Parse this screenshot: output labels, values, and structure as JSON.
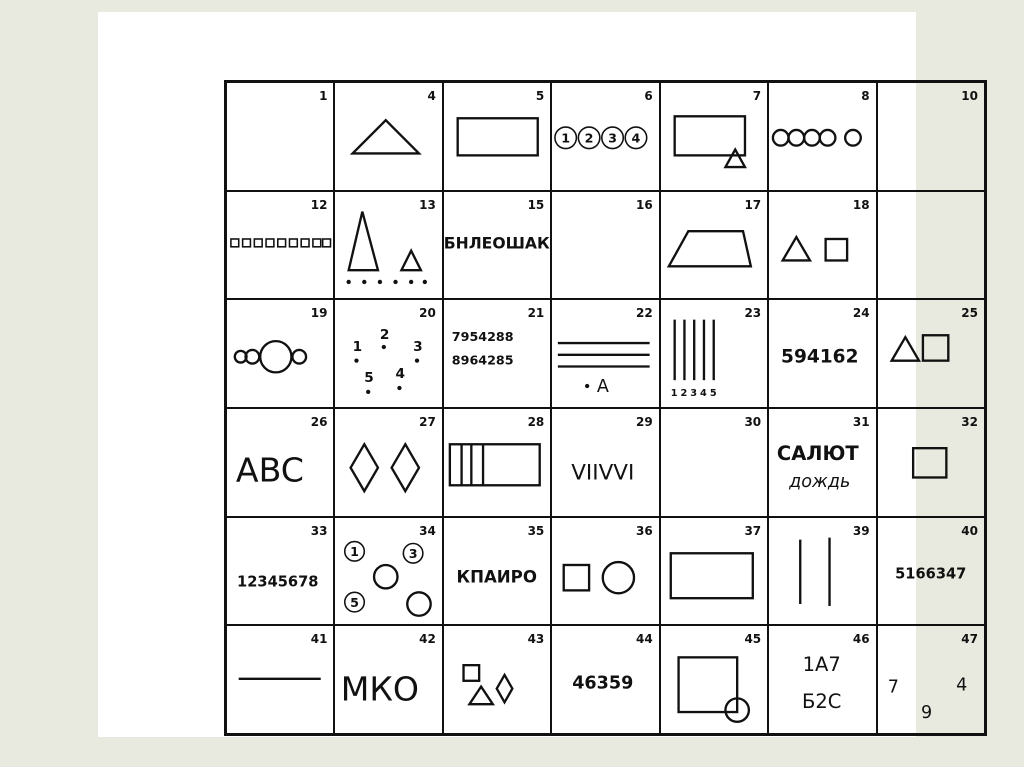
{
  "cells": [
    {
      "n": "1"
    },
    {
      "n": "4"
    },
    {
      "n": "5"
    },
    {
      "n": "6",
      "circled": [
        "1",
        "2",
        "3",
        "4"
      ]
    },
    {
      "n": "7"
    },
    {
      "n": "8"
    },
    {
      "n": "10"
    },
    {
      "n": "12"
    },
    {
      "n": "13"
    },
    {
      "n": "15",
      "text": "БНЛЕОШАК"
    },
    {
      "n": "16"
    },
    {
      "n": "17"
    },
    {
      "n": "18"
    },
    {
      "n": ""
    },
    {
      "n": "19"
    },
    {
      "n": "20",
      "digits": [
        "1",
        "2",
        "3",
        "5",
        "4"
      ]
    },
    {
      "n": "21",
      "line1": "7954288",
      "line2": "8964285"
    },
    {
      "n": "22",
      "label": "A"
    },
    {
      "n": "23",
      "digits": [
        "1",
        "2",
        "3",
        "4",
        "5"
      ]
    },
    {
      "n": "24",
      "text": "594162"
    },
    {
      "n": "25"
    },
    {
      "n": "26",
      "text": "ABC"
    },
    {
      "n": "27"
    },
    {
      "n": "28"
    },
    {
      "n": "29",
      "text": "VIIVVI"
    },
    {
      "n": "30"
    },
    {
      "n": "31",
      "text": "САЛЮТ",
      "script": "дождь"
    },
    {
      "n": "32"
    },
    {
      "n": "33",
      "text": "12345678"
    },
    {
      "n": "34",
      "circled": [
        "1",
        "3",
        "5"
      ]
    },
    {
      "n": "35",
      "text": "КПАИРО"
    },
    {
      "n": "36"
    },
    {
      "n": "37"
    },
    {
      "n": "39"
    },
    {
      "n": "40",
      "text": "5166347"
    },
    {
      "n": "41"
    },
    {
      "n": "42",
      "text": "МКО"
    },
    {
      "n": "43"
    },
    {
      "n": "44",
      "text": "46359"
    },
    {
      "n": "45"
    },
    {
      "n": "46",
      "line1": "1А7",
      "line2": "Б2С"
    },
    {
      "n": "47",
      "digits": [
        "7",
        "4",
        "9"
      ]
    }
  ]
}
